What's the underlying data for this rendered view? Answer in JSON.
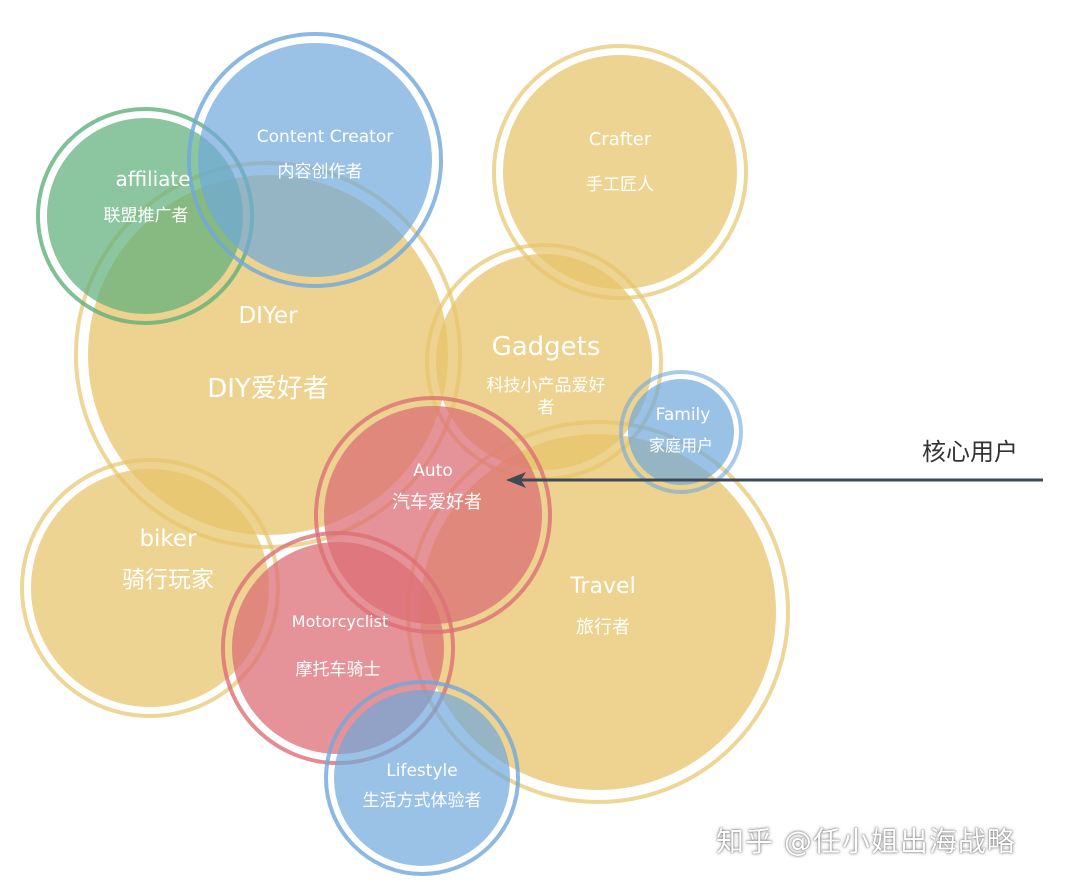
{
  "colors": {
    "yellow": "#e7c46a",
    "blue": "#6fa8dc",
    "green": "#5fb07c",
    "red": "#dc6f76",
    "arrow": "#3d4a56"
  },
  "circles": {
    "diyer": {
      "en": "DIYer",
      "zh": "DIY爱好者"
    },
    "biker": {
      "en": "biker",
      "zh": "骑行玩家"
    },
    "travel": {
      "en": "Travel",
      "zh": "旅行者"
    },
    "gadgets": {
      "en": "Gadgets",
      "zh1": "科技小产品爱好",
      "zh2": "者"
    },
    "crafter": {
      "en": "Crafter",
      "zh": "手工匠人"
    },
    "content": {
      "en": "Content Creator",
      "zh": "内容创作者"
    },
    "affiliate": {
      "en": "affiliate",
      "zh": "联盟推广者"
    },
    "family": {
      "en": "Family",
      "zh": "家庭用户"
    },
    "auto": {
      "en": "Auto",
      "zh": "汽车爱好者"
    },
    "moto": {
      "en": "Motorcyclist",
      "zh": "摩托车骑士"
    },
    "lifestyle": {
      "en": "Lifestyle",
      "zh": "生活方式体验者"
    }
  },
  "core_label": "核心用户",
  "watermark": "知乎 @任小姐出海战略"
}
